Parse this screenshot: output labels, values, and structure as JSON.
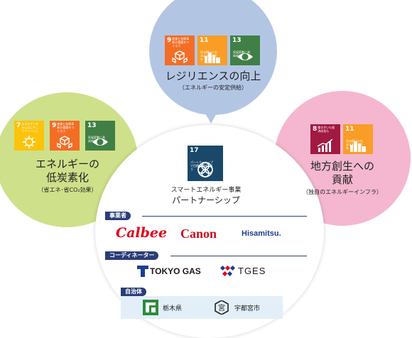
{
  "top": {
    "sdgs": [
      {
        "num": "9",
        "text": "産業と技術革新の基盤をつくろう",
        "color": "#f36d25",
        "icon": "cubes-icon"
      },
      {
        "num": "11",
        "text": "住み続けられるまちづくりを",
        "color": "#f99d26",
        "icon": "city-icon"
      },
      {
        "num": "13",
        "text": "気候変動に具体的な対策を",
        "color": "#407f46",
        "icon": "eye-globe-icon"
      }
    ],
    "title": "レジリエンスの向上",
    "subtitle": "（エネルギーの安定供給）"
  },
  "left": {
    "sdgs": [
      {
        "num": "7",
        "text": "エネルギーをみんなにそしてクリーンに",
        "color": "#fcc30b",
        "icon": "sun-icon"
      },
      {
        "num": "9",
        "text": "産業と技術革新の基盤をつくろう",
        "color": "#f36d25",
        "icon": "cubes-icon"
      },
      {
        "num": "13",
        "text": "気候変動に具体的な対策を",
        "color": "#407f46",
        "icon": "eye-globe-icon"
      }
    ],
    "title_line1": "エネルギーの",
    "title_line2": "低炭素化",
    "subtitle": "（省エネ･省CO₂効果）"
  },
  "right": {
    "sdgs": [
      {
        "num": "8",
        "text": "働きがいも経済成長も",
        "color": "#a21942",
        "icon": "growth-chart-icon"
      },
      {
        "num": "11",
        "text": "住み続けられるまちづくりを",
        "color": "#f99d26",
        "icon": "city-icon"
      }
    ],
    "title_line1": "地方創生への",
    "title_line2": "貢献",
    "subtitle": "（独自のエネルギーインフラ）"
  },
  "center": {
    "sdg": {
      "num": "17",
      "text": "パートナーシップで目標を達成しよう",
      "color": "#19486a",
      "icon": "rings-icon"
    },
    "title_line1": "スマートエネルギー事業",
    "title_line2": "パートナーシップ",
    "section_business": "事業者",
    "section_coordinator": "コーディネーター",
    "section_government": "自治体",
    "business_logos": [
      "Calbee",
      "Canon",
      "Hisamitsu."
    ],
    "coordinator_logos": [
      "TOKYO GAS",
      "TGES"
    ],
    "government": [
      "栃木県",
      "宇都宮市"
    ]
  }
}
